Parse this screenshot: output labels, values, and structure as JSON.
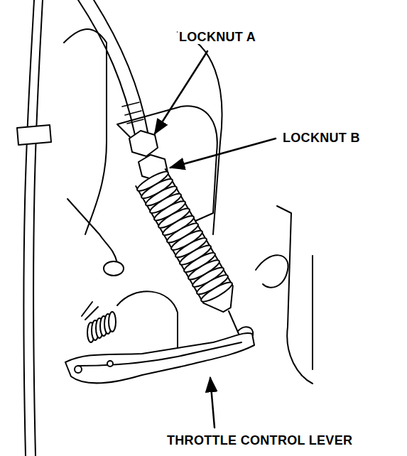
{
  "diagram": {
    "labels": [
      "LOCKNUT A",
      "LOCKNUT B",
      "THROTTLE CONTROL LEVER"
    ]
  }
}
